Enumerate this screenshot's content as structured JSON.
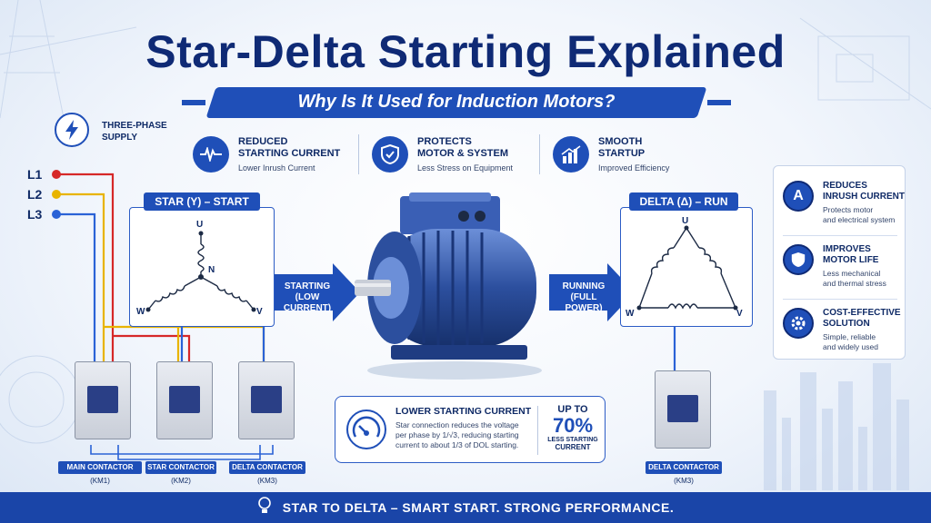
{
  "title": "Star-Delta Starting Explained",
  "subtitle": "Why Is It Used for Induction Motors?",
  "supply": {
    "label": "THREE-PHASE SUPPLY",
    "lines": [
      "L1",
      "L2",
      "L3"
    ]
  },
  "features": [
    {
      "title_line1": "REDUCED",
      "title_line2": "STARTING CURRENT",
      "sub": "Lower Inrush Current",
      "icon": "waveform-icon"
    },
    {
      "title_line1": "PROTECTS",
      "title_line2": "MOTOR & SYSTEM",
      "sub": "Less Stress on Equipment",
      "icon": "shield-icon"
    },
    {
      "title_line1": "SMOOTH",
      "title_line2": "STARTUP",
      "sub": "Improved Efficiency",
      "icon": "growth-chart-icon"
    }
  ],
  "star_panel": {
    "tab": "STAR (Y) – START",
    "u": "U",
    "n": "N",
    "w": "W",
    "v": "V"
  },
  "delta_panel": {
    "tab": "DELTA (Δ) – RUN",
    "u": "U",
    "w": "W",
    "v": "V"
  },
  "arrow_starting": {
    "line1": "STARTING",
    "line2": "(LOW CURRENT)"
  },
  "arrow_running": {
    "line1": "RUNNING",
    "line2": "(FULL POWER)"
  },
  "contactors": [
    {
      "label": "MAIN CONTACTOR",
      "code": "(KM1)"
    },
    {
      "label": "STAR CONTACTOR",
      "code": "(KM2)"
    },
    {
      "label": "DELTA CONTACTOR",
      "code": "(KM3)"
    },
    {
      "label": "DELTA CONTACTOR",
      "code": "(KM3)"
    }
  ],
  "info": {
    "title": "LOWER STARTING CURRENT",
    "body_line1": "Star connection reduces the voltage",
    "body_line2": "per phase by 1/√3, reducing starting",
    "body_line3": "current to about 1/3 of DOL starting.",
    "upto": "UP TO",
    "percent": "70%",
    "less_line1": "LESS STARTING",
    "less_line2": "CURRENT"
  },
  "side_cards": [
    {
      "title_line1": "REDUCES",
      "title_line2": "INRUSH CURRENT",
      "sub_line1": "Protects motor",
      "sub_line2": "and electrical system",
      "icon": "amp-meter-icon"
    },
    {
      "title_line1": "IMPROVES",
      "title_line2": "MOTOR LIFE",
      "sub_line1": "Less mechanical",
      "sub_line2": "and thermal stress",
      "icon": "shield-icon"
    },
    {
      "title_line1": "COST-EFFECTIVE",
      "title_line2": "SOLUTION",
      "sub_line1": "Simple, reliable",
      "sub_line2": "and widely used",
      "icon": "gear-icon"
    }
  ],
  "footer": "STAR TO DELTA – SMART START. STRONG PERFORMANCE.",
  "colors": {
    "brand": "#1f4fb8",
    "dark": "#0f2a75",
    "l1": "#d62828",
    "l2": "#e8b400",
    "l3": "#2a62d6"
  }
}
